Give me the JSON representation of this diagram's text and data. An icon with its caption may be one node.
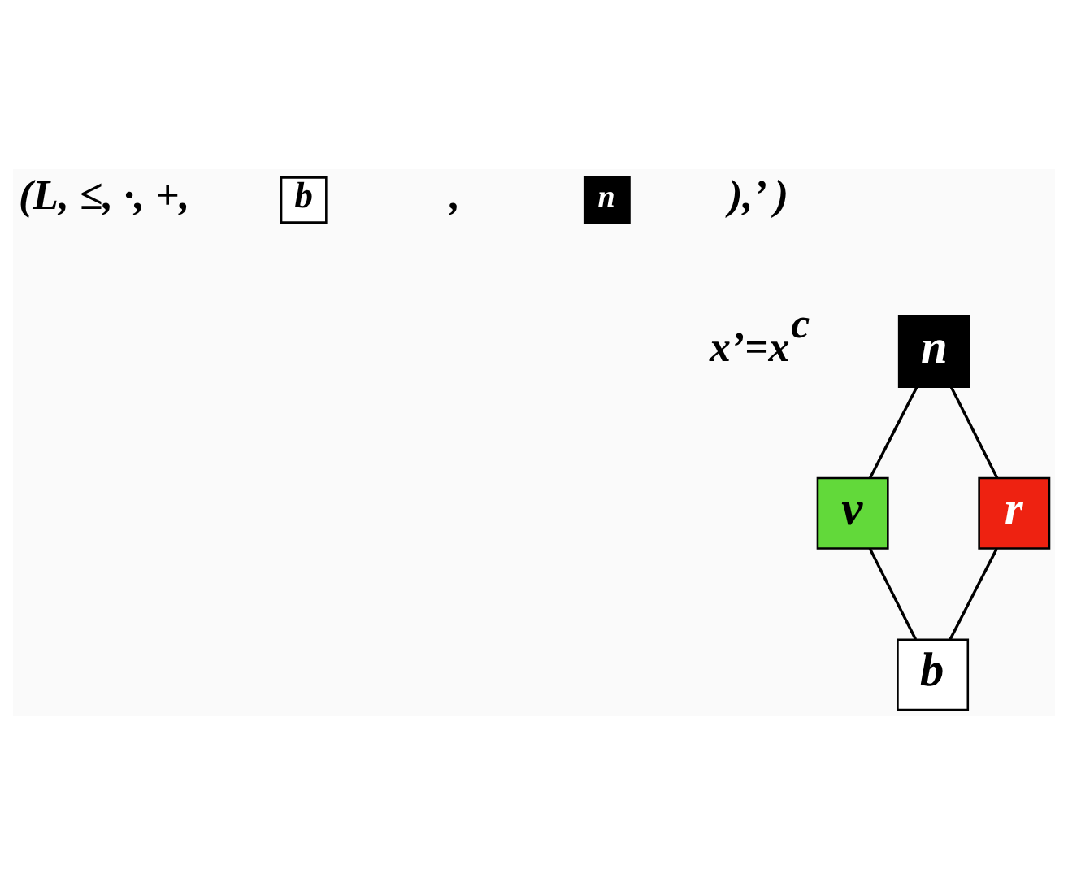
{
  "diagram": {
    "nodes": [
      {
        "text": [
          "b"
        ]
      },
      {
        "text": [
          "n"
        ]
      },
      {
        "text": [
          "n"
        ]
      },
      {
        "text": [
          "v"
        ]
      },
      {
        "text": [
          "r"
        ]
      },
      {
        "text": [
          "b"
        ]
      }
    ],
    "edges": [
      {
        "from": 2,
        "to": 3,
        "arrow": "none"
      },
      {
        "from": 2,
        "to": 4,
        "arrow": "none"
      },
      {
        "from": 3,
        "to": 5,
        "arrow": "none"
      },
      {
        "from": 4,
        "to": 5,
        "arrow": "none"
      }
    ],
    "labels": [
      "(L, ≤, ·, +,",
      ",",
      "),’ )",
      "x’=x$^{c}$"
    ]
  }
}
